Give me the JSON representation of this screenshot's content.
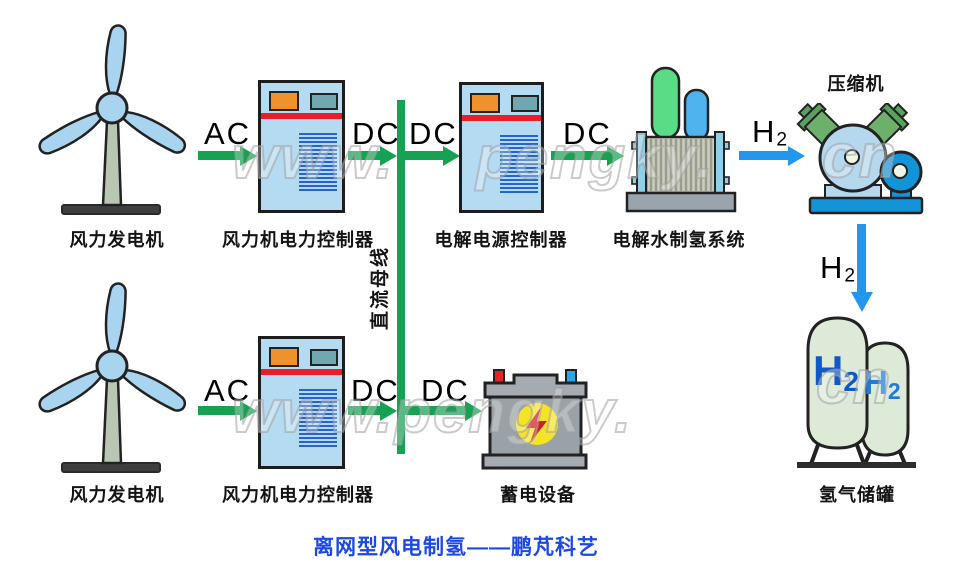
{
  "title": "离网型风电制氢——鹏芃科艺",
  "watermarks": {
    "top_left": "www.",
    "top_mid": "pengky.",
    "top_right": "cn",
    "bottom_left": "www.pengky.",
    "bottom_right": "cn"
  },
  "colors": {
    "arrow_green": "#17a253",
    "arrow_blue": "#2397ee",
    "title_blue": "#1c49e6",
    "box_fill": "#b5dbf3",
    "tank_fill": "#dcead7"
  },
  "flow_labels": {
    "ac_top": "AC",
    "dc_top_left": "DC",
    "dc_top_right": "DC",
    "dc_top_out": "DC",
    "h2_top": {
      "text": "H",
      "sub": "2"
    },
    "h2_down": {
      "text": "H",
      "sub": "2"
    },
    "ac_bottom": "AC",
    "dc_bottom_left": "DC",
    "dc_bottom_right": "DC"
  },
  "dc_bus": {
    "label": "直流母线"
  },
  "nodes": {
    "wind_turbine_top": {
      "label": "风力发电机"
    },
    "wind_controller_top": {
      "label": "风力机电力控制器"
    },
    "electrolysis_controller": {
      "label": "电解电源控制器"
    },
    "electrolyzer": {
      "label": "电解水制氢系统"
    },
    "compressor": {
      "label": "压缩机"
    },
    "h2_tanks": {
      "label": "氢气储罐",
      "tank1_text": {
        "text": "H",
        "sub": "2"
      },
      "tank2_text": {
        "text": "H",
        "sub": "2"
      }
    },
    "wind_turbine_bottom": {
      "label": "风力发电机"
    },
    "wind_controller_bottom": {
      "label": "风力机电力控制器"
    },
    "battery": {
      "label": "蓄电设备"
    }
  }
}
